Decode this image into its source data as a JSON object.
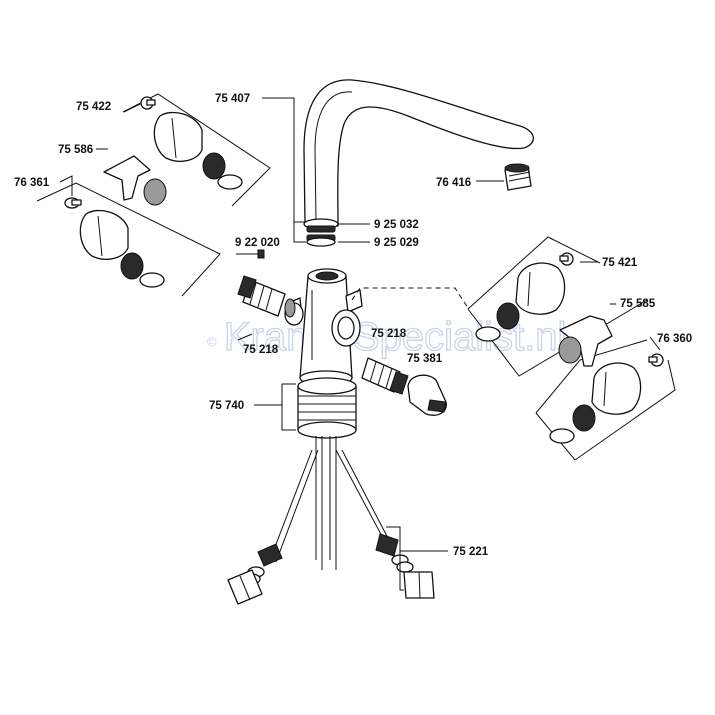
{
  "watermark": {
    "copyright": "©",
    "part1": "Kranen",
    "part2": "Specialist",
    "part3": ".nl"
  },
  "labels": {
    "p75422": "75 422",
    "p75586": "75 586",
    "p76361": "76 361",
    "p75407": "75 407",
    "p76416": "76 416",
    "p925032": "9 25 032",
    "p925029": "9 25 029",
    "p922020": "9 22 020",
    "p75421": "75 421",
    "p75585": "75 585",
    "p76360": "76 360",
    "p75218_left": "75 218",
    "p75218_right": "75 218",
    "p75381": "75 381",
    "p75740": "75 740",
    "p75221": "75 221"
  }
}
